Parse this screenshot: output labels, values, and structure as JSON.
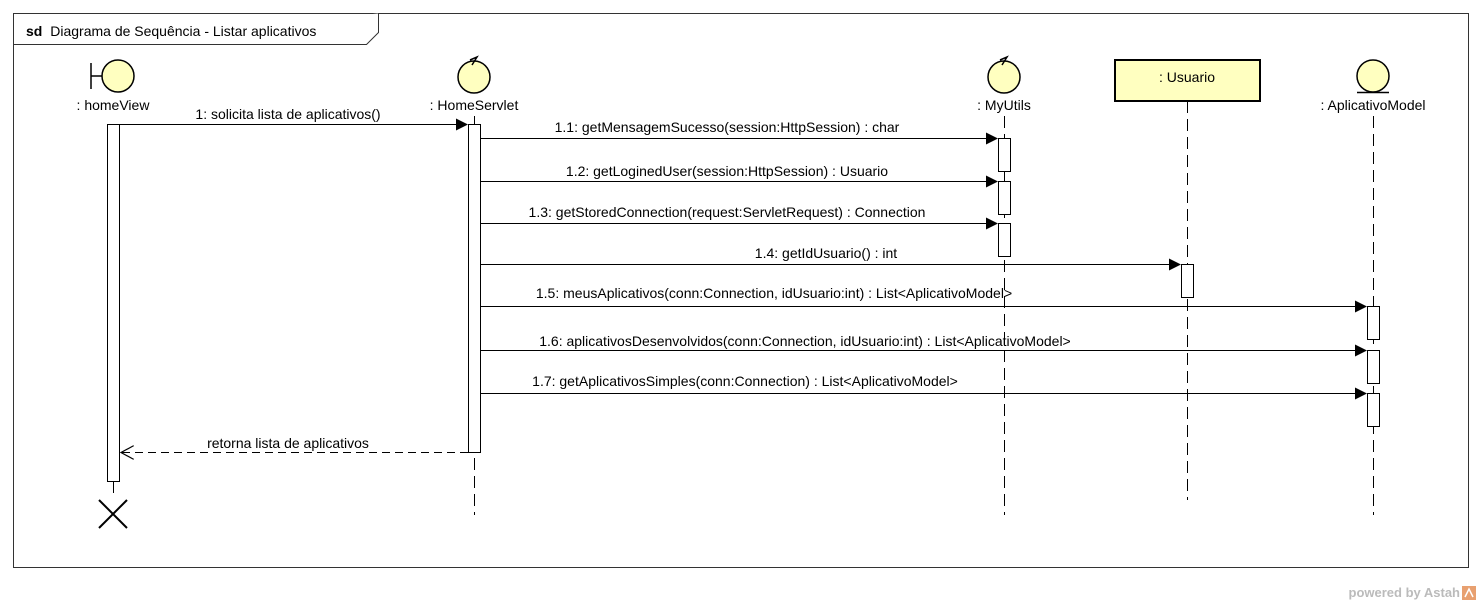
{
  "frame": {
    "keyword": "sd",
    "title": "Diagrama de Sequência - Listar aplicativos"
  },
  "lifelines": [
    {
      "id": "homeView",
      "label": ": homeView",
      "kind": "boundary"
    },
    {
      "id": "homeServlet",
      "label": ": HomeServlet",
      "kind": "control"
    },
    {
      "id": "myUtils",
      "label": ": MyUtils",
      "kind": "control"
    },
    {
      "id": "usuario",
      "label": ": Usuario",
      "kind": "object"
    },
    {
      "id": "aplicativoModel",
      "label": ": AplicativoModel",
      "kind": "entity"
    }
  ],
  "messages": [
    {
      "seq": 1,
      "label": "1: solicita lista de aplicativos()",
      "from": "homeView",
      "to": "homeServlet",
      "type": "sync"
    },
    {
      "seq": 2,
      "label": "1.1: getMensagemSucesso(session:HttpSession) : char",
      "from": "homeServlet",
      "to": "myUtils",
      "type": "sync"
    },
    {
      "seq": 3,
      "label": "1.2: getLoginedUser(session:HttpSession) : Usuario",
      "from": "homeServlet",
      "to": "myUtils",
      "type": "sync"
    },
    {
      "seq": 4,
      "label": "1.3: getStoredConnection(request:ServletRequest) : Connection",
      "from": "homeServlet",
      "to": "myUtils",
      "type": "sync"
    },
    {
      "seq": 5,
      "label": "1.4: getIdUsuario() : int",
      "from": "homeServlet",
      "to": "usuario",
      "type": "sync"
    },
    {
      "seq": 6,
      "label": "1.5: meusAplicativos(conn:Connection, idUsuario:int) : List<AplicativoModel>",
      "from": "homeServlet",
      "to": "aplicativoModel",
      "type": "sync"
    },
    {
      "seq": 7,
      "label": "1.6: aplicativosDesenvolvidos(conn:Connection, idUsuario:int) : List<AplicativoModel>",
      "from": "homeServlet",
      "to": "aplicativoModel",
      "type": "sync"
    },
    {
      "seq": 8,
      "label": "1.7: getAplicativosSimples(conn:Connection) : List<AplicativoModel>",
      "from": "homeServlet",
      "to": "aplicativoModel",
      "type": "sync"
    },
    {
      "seq": 9,
      "label": "retorna lista de aplicativos",
      "from": "homeServlet",
      "to": "homeView",
      "type": "return"
    }
  ],
  "destroyed": [
    "homeView"
  ],
  "colors": {
    "fill": "#ffffc0",
    "stroke": "#000000",
    "frame": "#333333"
  },
  "watermark": "powered by Astah"
}
